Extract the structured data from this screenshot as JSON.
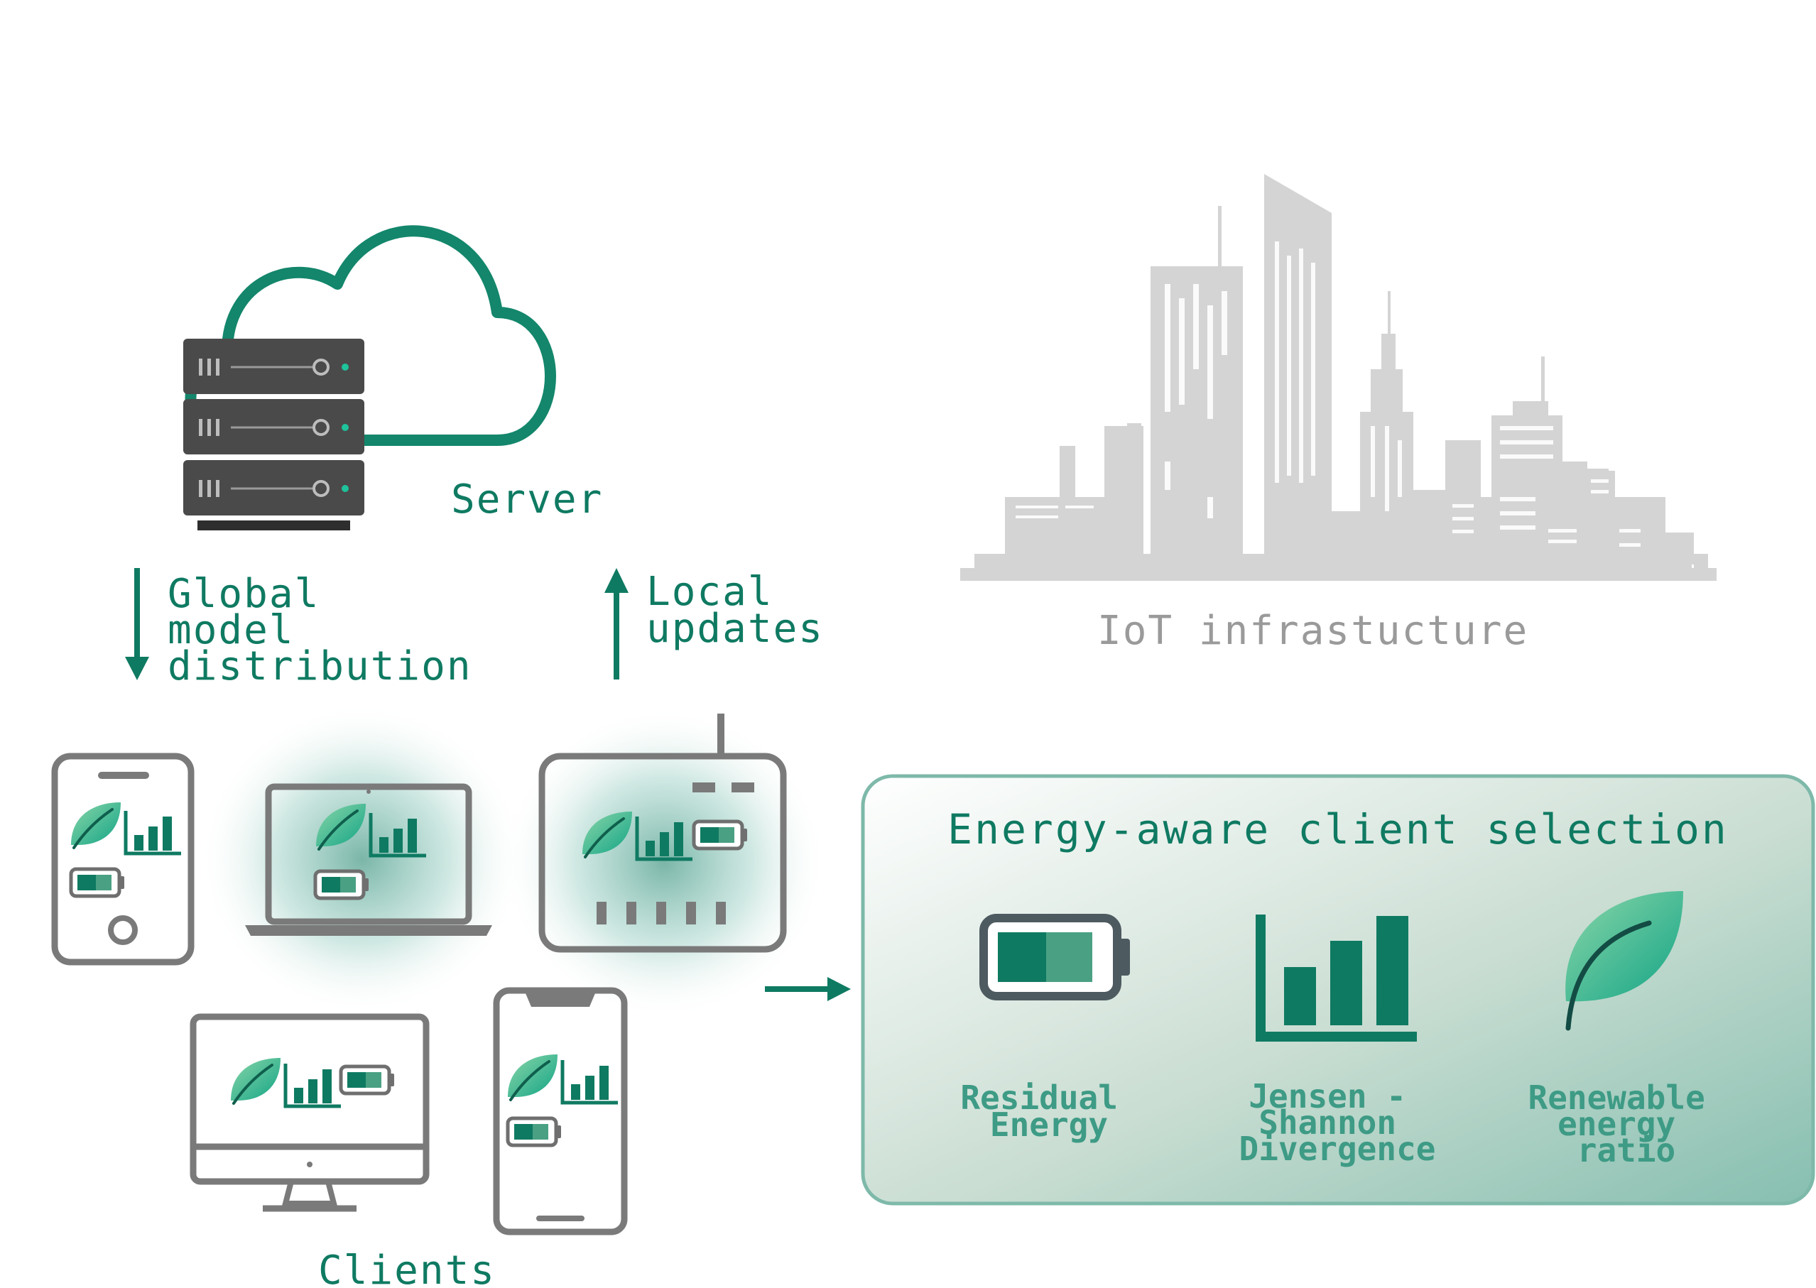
{
  "server": {
    "label": "Server"
  },
  "flows": {
    "down_label": [
      "Global",
      "model",
      "distribution"
    ],
    "up_label": [
      "Local",
      "updates"
    ]
  },
  "clients": {
    "label": "Clients"
  },
  "iot": {
    "label": "IoT infrastucture"
  },
  "selection": {
    "title": "Energy-aware client selection",
    "criteria": [
      {
        "icon": "battery-icon",
        "label": [
          "Residual",
          "Energy"
        ]
      },
      {
        "icon": "bar-chart-icon",
        "label": [
          "Jensen -",
          "Shannon",
          "Divergence"
        ]
      },
      {
        "icon": "leaf-icon",
        "label": [
          "Renewable",
          "energy",
          "ratio"
        ]
      }
    ]
  },
  "colors": {
    "accent": "#0f7a62",
    "accent_light": "#7fd0a8",
    "device_gray": "#7a7a7a",
    "city_gray": "#d4d4d4",
    "server_dark": "#4a4a4a",
    "label_gray": "#9a9a9a"
  }
}
